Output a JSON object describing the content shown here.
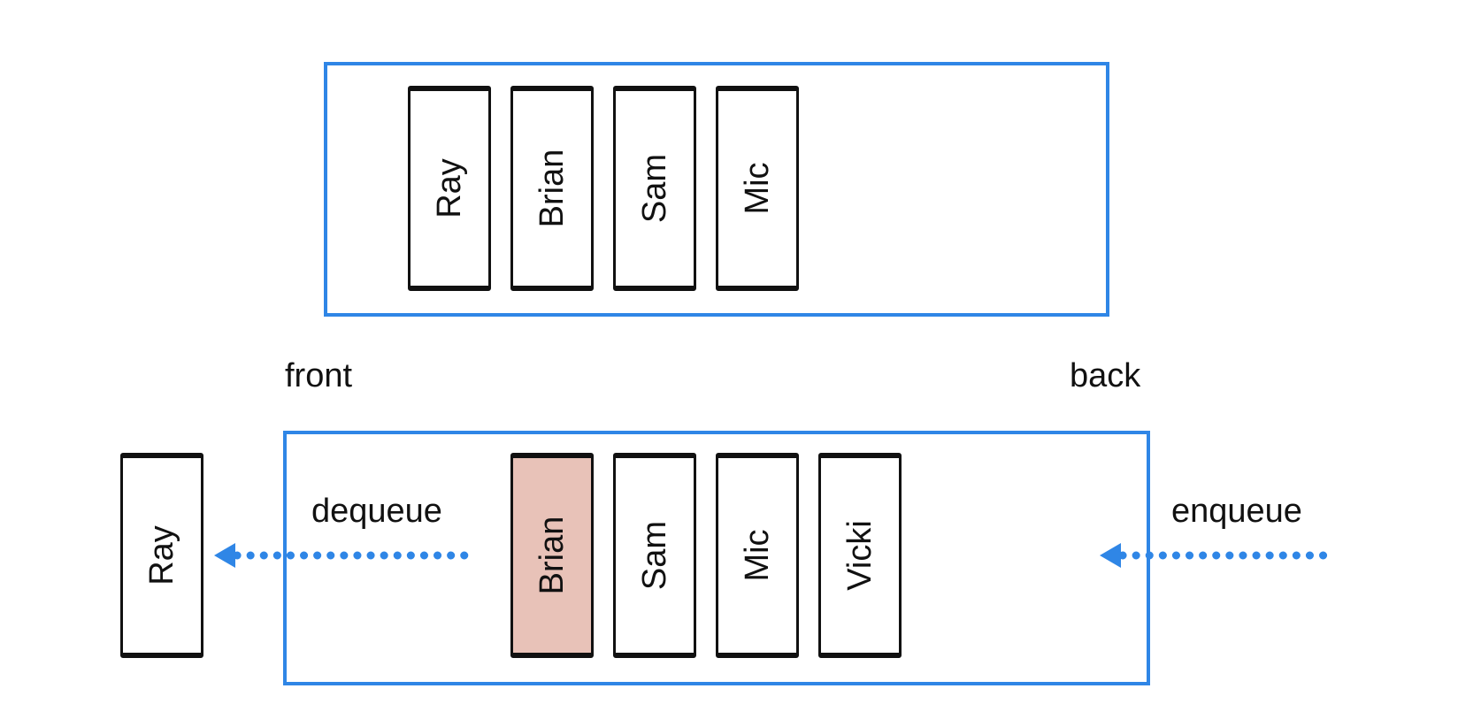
{
  "colors": {
    "queue_border": "#2f86e6",
    "arrow": "#2f86e6",
    "card_border": "#111111",
    "card_fill": "#ffffff",
    "card_highlight": "#e8c2b8"
  },
  "top_queue": {
    "items": [
      "Ray",
      "Brian",
      "Sam",
      "Mic"
    ]
  },
  "labels": {
    "front": "front",
    "back": "back",
    "dequeue": "dequeue",
    "enqueue": "enqueue"
  },
  "bottom_queue": {
    "items": [
      "Brian",
      "Sam",
      "Mic",
      "Vicki"
    ],
    "highlighted_item": "Brian"
  },
  "dequeued_item": "Ray",
  "icons": {
    "dequeue_arrow": "dashed-arrow-left-icon",
    "enqueue_arrow": "dashed-arrow-left-icon"
  }
}
